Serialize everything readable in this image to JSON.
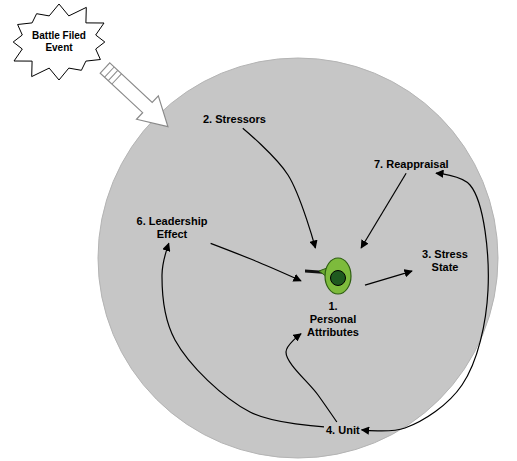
{
  "diagram": {
    "nodes": [
      {
        "text": [
          "Battle Filed Event"
        ]
      },
      {
        "text": [
          "2. Stressors"
        ]
      },
      {
        "text": [
          "7. Reappraisal"
        ]
      },
      {
        "text": [
          "6. Leadership Effect"
        ]
      },
      {
        "text": [
          "1. Personal Attributes"
        ]
      },
      {
        "text": [
          "3. Stress State"
        ]
      },
      {
        "text": [
          "4. Unit"
        ]
      }
    ],
    "edges": [
      {
        "from": 1,
        "to": 4,
        "arrow": "to"
      },
      {
        "from": 2,
        "to": 4,
        "arrow": "to"
      },
      {
        "from": 3,
        "to": 4,
        "arrow": "to"
      },
      {
        "from": 4,
        "to": 5,
        "arrow": "to"
      },
      {
        "from": 2,
        "to": 6,
        "arrow": "both"
      },
      {
        "from": 6,
        "to": 3,
        "arrow": "to"
      },
      {
        "from": 6,
        "to": 4,
        "arrow": "to"
      }
    ]
  }
}
